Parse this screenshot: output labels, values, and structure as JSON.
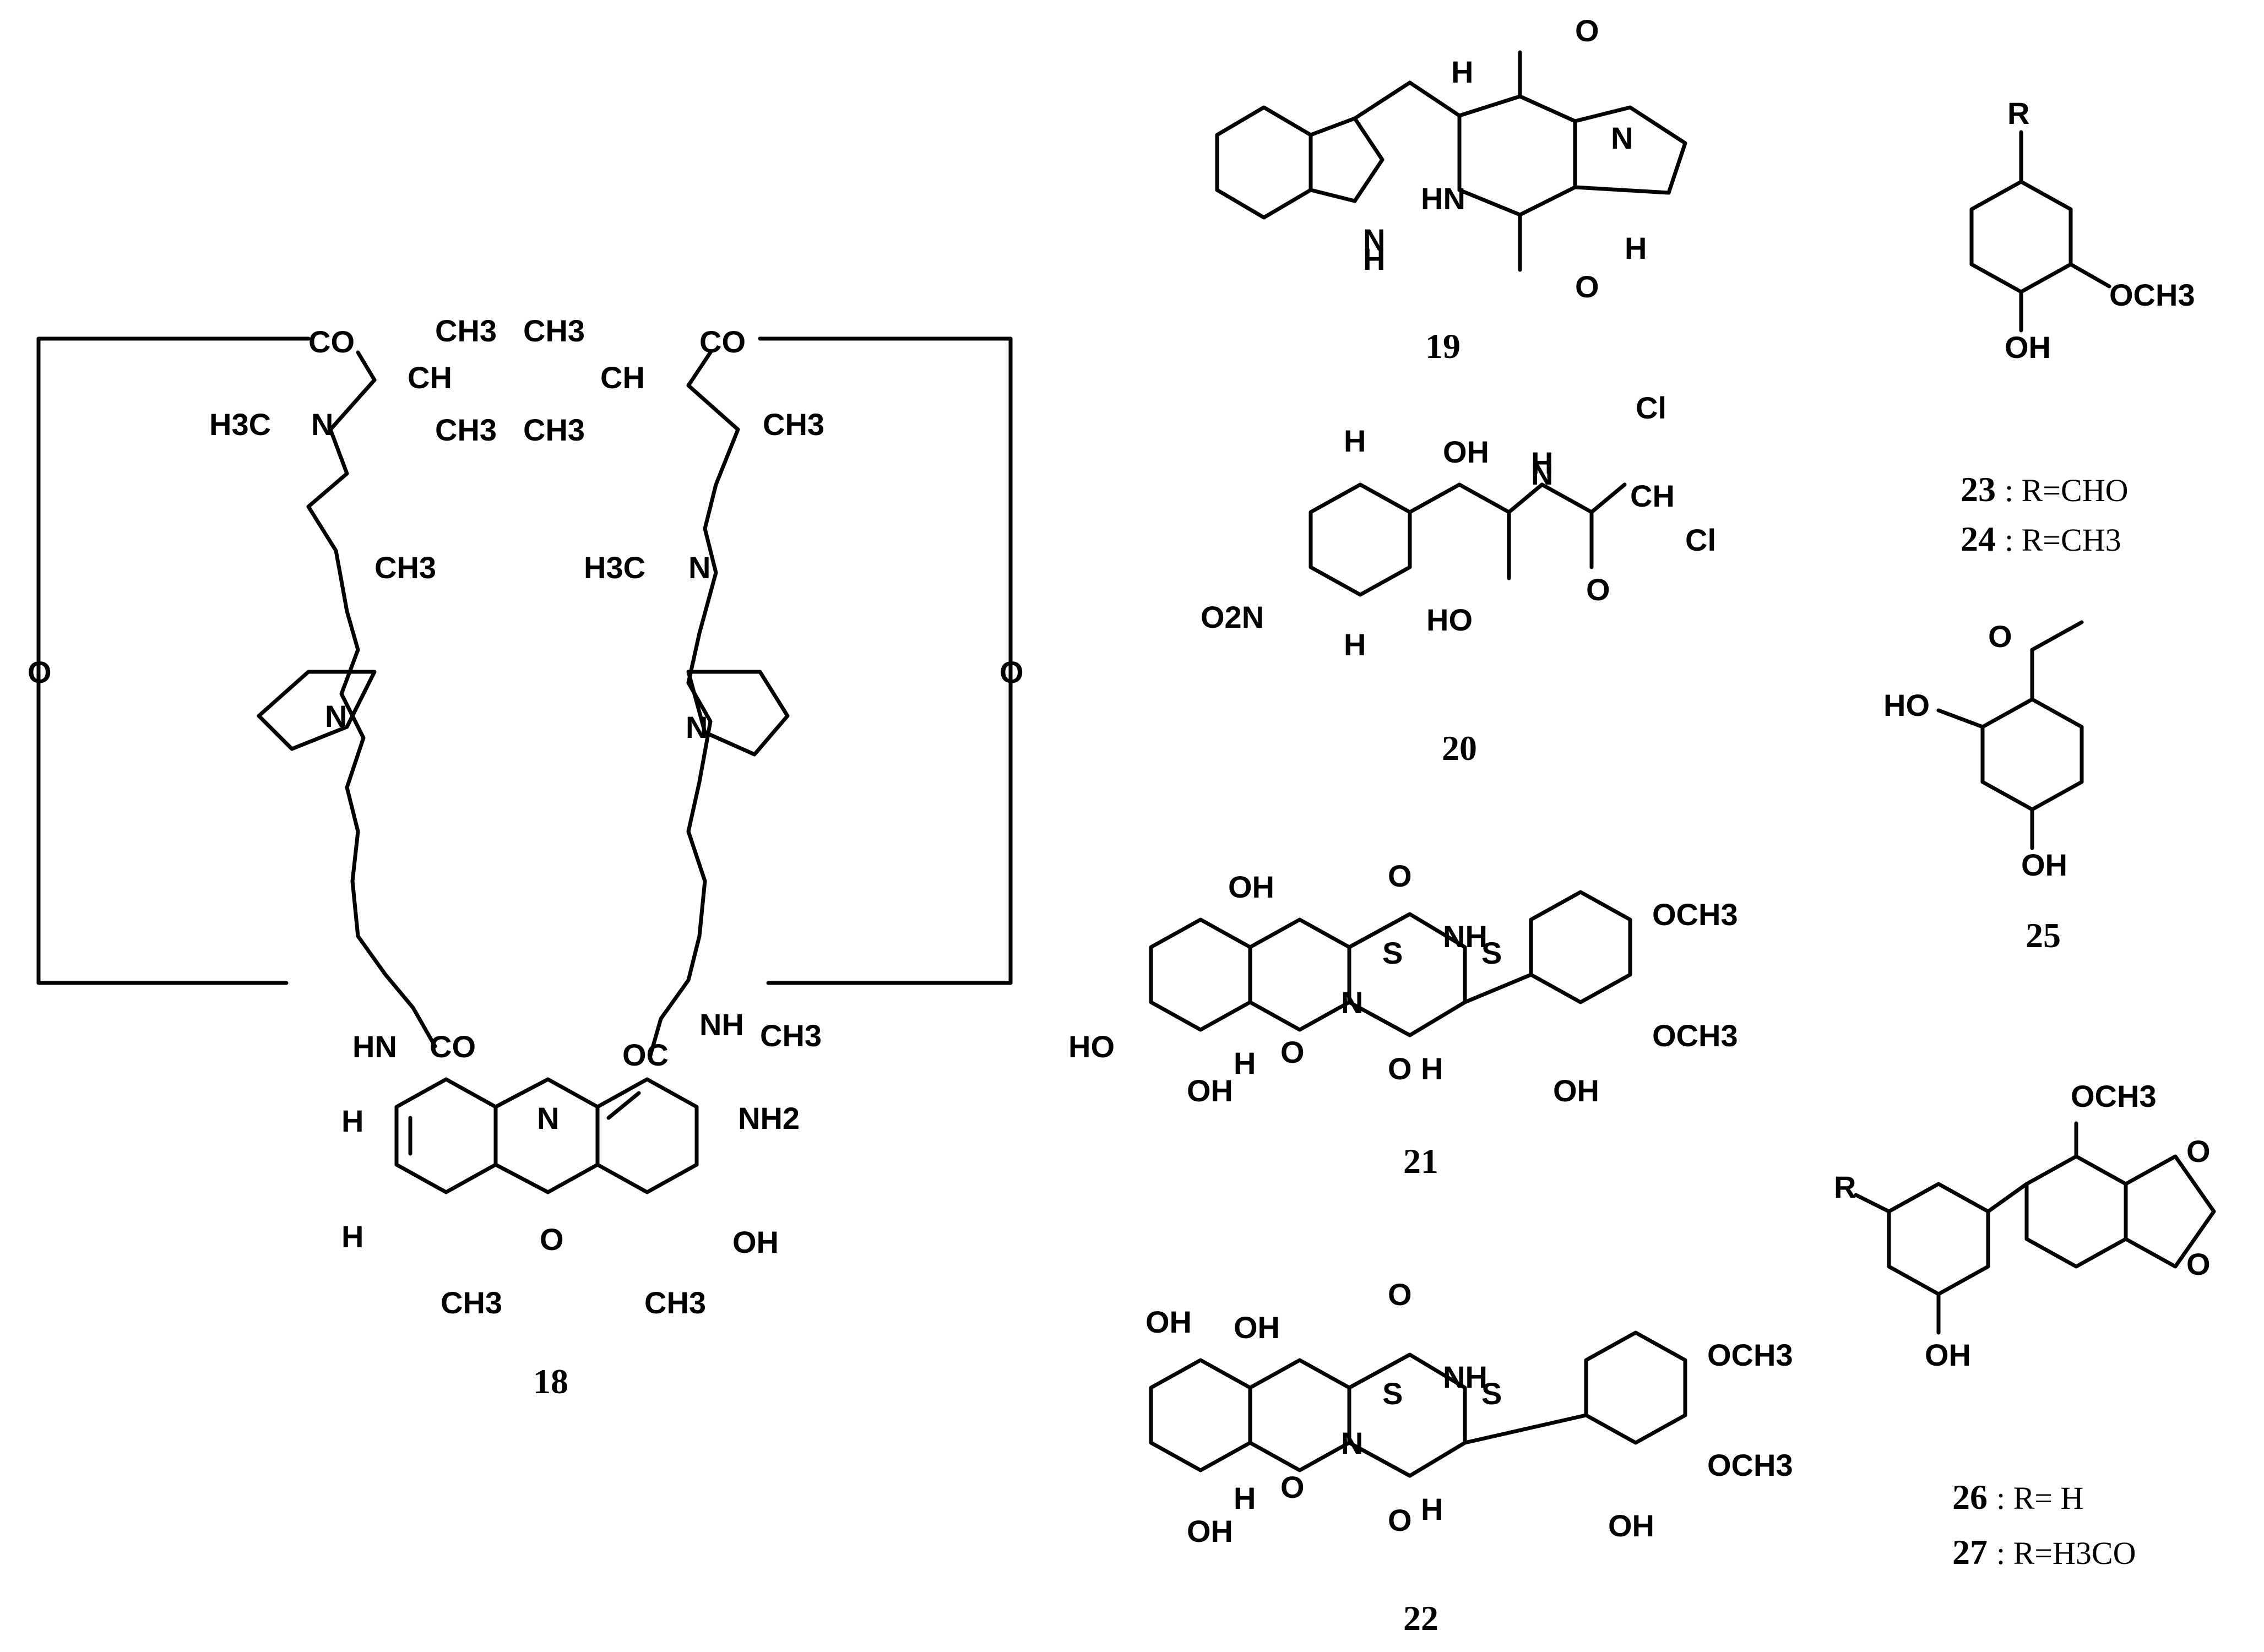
{
  "compounds": {
    "c18": {
      "number": "18",
      "upper_groups": [
        "CO",
        "CH3",
        "CH",
        "CH3",
        "CH3",
        "CH",
        "CH3",
        "CO",
        "H3C",
        "N",
        "CH3",
        "H3C",
        "N",
        "CH3"
      ],
      "lower_groups": [
        "H",
        "N",
        "H",
        "O",
        "NH2",
        "OH",
        "CH3",
        "CH3",
        "HN",
        "CO",
        "OC",
        "NH",
        "CH3"
      ],
      "ring_atoms": [
        "N",
        "O"
      ]
    },
    "c19": {
      "number": "19",
      "labels": [
        "H",
        "O",
        "N",
        "HN",
        "O",
        "H",
        "N",
        "H"
      ]
    },
    "c20": {
      "number": "20",
      "labels": [
        "H",
        "OH",
        "H",
        "Cl",
        "N",
        "CH",
        "Cl",
        "O2N",
        "HO",
        "O",
        "H"
      ]
    },
    "c21": {
      "number": "21",
      "labels": [
        "OH",
        "O",
        "NH",
        "S",
        "S",
        "OCH3",
        "HO",
        "OH",
        "H",
        "O",
        "N",
        "O",
        "H",
        "OCH3",
        "OH"
      ]
    },
    "c22": {
      "number": "22",
      "labels": [
        "OH",
        "OH",
        "O",
        "NH",
        "S",
        "S",
        "OCH3",
        "OH",
        "H",
        "O",
        "N",
        "O",
        "H",
        "OCH3",
        "OH"
      ]
    },
    "c23_24": {
      "labels": [
        "R",
        "OCH3",
        "OH"
      ],
      "entries": [
        {
          "number": "23",
          "r": ": R=CHO"
        },
        {
          "number": "24",
          "r": ": R=CH3"
        }
      ]
    },
    "c25": {
      "number": "25",
      "labels": [
        "O",
        "HO",
        "OH"
      ]
    },
    "c26_27": {
      "labels": [
        "OCH3",
        "O",
        "O",
        "R",
        "OH"
      ],
      "entries": [
        {
          "number": "26",
          "r": ": R= H"
        },
        {
          "number": "27",
          "r": ": R=H3CO"
        }
      ]
    }
  }
}
